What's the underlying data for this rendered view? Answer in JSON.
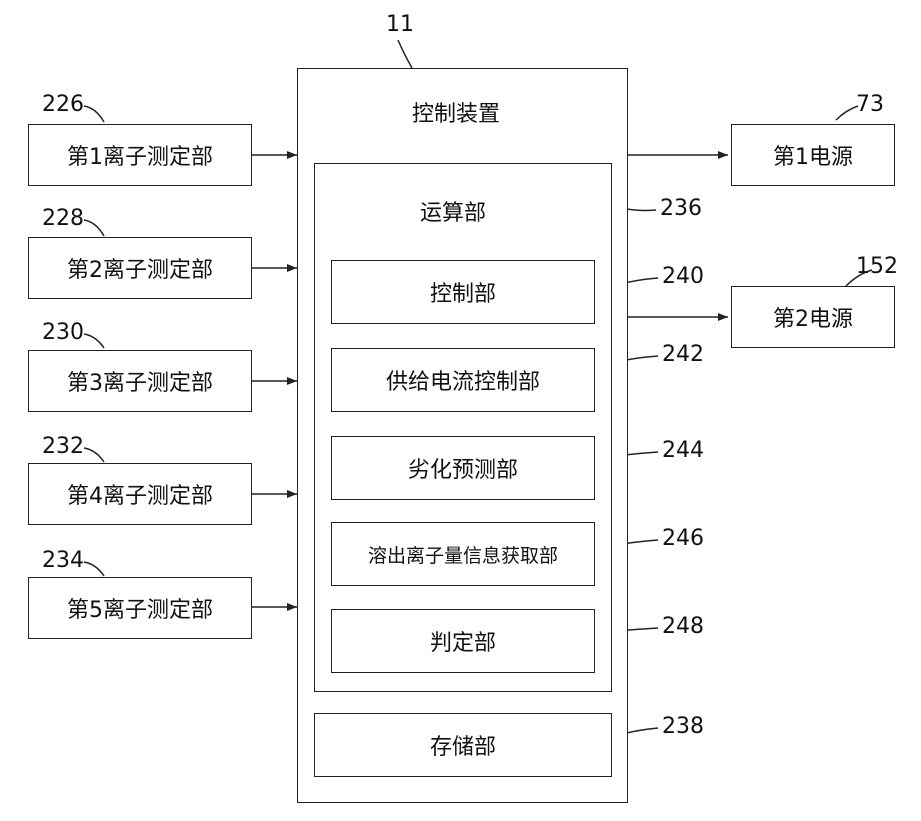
{
  "controller": {
    "ref": "11",
    "title": "控制装置"
  },
  "arithmetic": {
    "ref": "236",
    "title": "运算部"
  },
  "storage": {
    "ref": "238",
    "label": "存储部"
  },
  "inner_units": [
    {
      "ref": "240",
      "label": "控制部"
    },
    {
      "ref": "242",
      "label": "供给电流控制部"
    },
    {
      "ref": "244",
      "label": "劣化预测部"
    },
    {
      "ref": "246",
      "label": "溶出离子量信息获取部"
    },
    {
      "ref": "248",
      "label": "判定部"
    }
  ],
  "sensors": [
    {
      "ref": "226",
      "label": "第1离子测定部"
    },
    {
      "ref": "228",
      "label": "第2离子测定部"
    },
    {
      "ref": "230",
      "label": "第3离子测定部"
    },
    {
      "ref": "232",
      "label": "第4离子测定部"
    },
    {
      "ref": "234",
      "label": "第5离子测定部"
    }
  ],
  "power_sources": [
    {
      "ref": "73",
      "label": "第1电源"
    },
    {
      "ref": "152",
      "label": "第2电源"
    }
  ]
}
